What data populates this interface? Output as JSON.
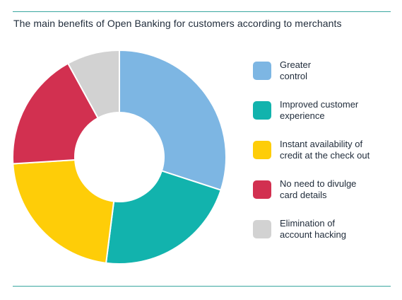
{
  "title": "The main benefits of Open Banking for customers according to merchants",
  "chart_data": {
    "type": "pie",
    "variant": "donut",
    "categories": [
      "Greater control",
      "Improved customer experience",
      "Instant availability of credit at the check out",
      "No need to divulge card details",
      "Elimination of account hacking"
    ],
    "legend_lines": [
      [
        "Greater",
        "control"
      ],
      [
        "Improved customer",
        "experience"
      ],
      [
        "Instant availability of",
        "credit at the check out"
      ],
      [
        "No need to divulge",
        "card details"
      ],
      [
        "Elimination of",
        "account hacking"
      ]
    ],
    "values": [
      30,
      22,
      22,
      18,
      8
    ],
    "colors": [
      "#7db6e3",
      "#12b3ad",
      "#fecd08",
      "#d23050",
      "#d2d2d2"
    ],
    "legend_position": "right"
  }
}
